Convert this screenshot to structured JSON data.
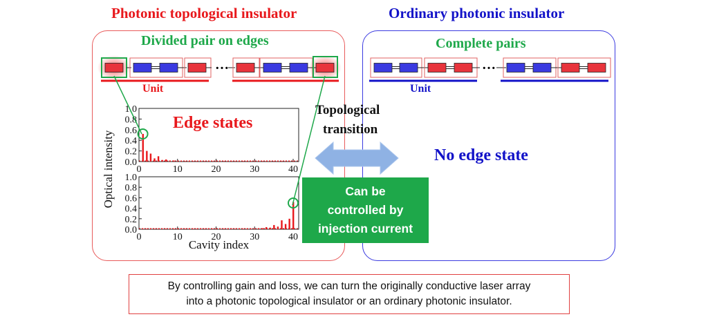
{
  "left_title": "Photonic topological insulator",
  "right_title": "Ordinary photonic insulator",
  "left_panel": {
    "heading": "Divided pair on edges",
    "unit_label": "Unit",
    "ellipsis": "…",
    "edge_states_label": "Edge states"
  },
  "right_panel": {
    "heading": "Complete pairs",
    "unit_label": "Unit",
    "ellipsis": "…",
    "no_edge_label": "No edge state"
  },
  "transition_label": [
    "Topological",
    "transition"
  ],
  "control_box": {
    "lines": [
      "Can be",
      "controlled by",
      "injection current"
    ]
  },
  "caption": [
    "By controlling gain and loss, we can turn the originally conductive laser array",
    "into a photonic topological insulator or an ordinary photonic insulator."
  ],
  "colors": {
    "red": "#e8181c",
    "blue": "#1212c8",
    "green": "#1ea84a",
    "gain": "#e8343c",
    "loss": "#3a3ae0",
    "arrow": "#8fb2e4"
  },
  "chart_data": [
    {
      "type": "bar",
      "xlabel": "",
      "ylabel": "Optical intensity",
      "xlim": [
        0,
        40
      ],
      "ylim": [
        0,
        1.0
      ],
      "x_ticks": [
        0,
        10,
        20,
        30,
        40
      ],
      "y_ticks": [
        "0.0",
        "0.2",
        "0.4",
        "0.6",
        "0.8",
        "1.0"
      ],
      "x": [
        1,
        2,
        3,
        4,
        5,
        6,
        7,
        8,
        9,
        10,
        11,
        12,
        13,
        14,
        15,
        16,
        17,
        18,
        19,
        20,
        21,
        22,
        23,
        24,
        25,
        26,
        27,
        28,
        29,
        30,
        31,
        32,
        33,
        34,
        35,
        36,
        37,
        38,
        39,
        40
      ],
      "values": [
        0.52,
        0.2,
        0.15,
        0.06,
        0.1,
        0.03,
        0.04,
        0.02,
        0.02,
        0.01,
        0.01,
        0.01,
        0.01,
        0.01,
        0.01,
        0.01,
        0.01,
        0.01,
        0.01,
        0.01,
        0.01,
        0.01,
        0.01,
        0.01,
        0.01,
        0.01,
        0.01,
        0.01,
        0.01,
        0.01,
        0.01,
        0.01,
        0.01,
        0.01,
        0.01,
        0.01,
        0.01,
        0.01,
        0.01,
        0.01
      ],
      "highlight": {
        "x": 1,
        "y": 0.52
      }
    },
    {
      "type": "bar",
      "xlabel": "Cavity index",
      "ylabel": "Optical intensity",
      "xlim": [
        0,
        40
      ],
      "ylim": [
        0,
        1.0
      ],
      "x_ticks": [
        0,
        10,
        20,
        30,
        40
      ],
      "y_ticks": [
        "0.0",
        "0.2",
        "0.4",
        "0.6",
        "0.8",
        "1.0"
      ],
      "x": [
        1,
        2,
        3,
        4,
        5,
        6,
        7,
        8,
        9,
        10,
        11,
        12,
        13,
        14,
        15,
        16,
        17,
        18,
        19,
        20,
        21,
        22,
        23,
        24,
        25,
        26,
        27,
        28,
        29,
        30,
        31,
        32,
        33,
        34,
        35,
        36,
        37,
        38,
        39,
        40
      ],
      "values": [
        0.01,
        0.01,
        0.01,
        0.01,
        0.01,
        0.01,
        0.01,
        0.01,
        0.01,
        0.01,
        0.01,
        0.01,
        0.01,
        0.01,
        0.01,
        0.01,
        0.01,
        0.01,
        0.01,
        0.01,
        0.01,
        0.01,
        0.01,
        0.01,
        0.01,
        0.01,
        0.01,
        0.01,
        0.01,
        0.01,
        0.02,
        0.02,
        0.04,
        0.03,
        0.08,
        0.05,
        0.17,
        0.1,
        0.2,
        0.52
      ],
      "highlight": {
        "x": 40,
        "y": 0.5
      }
    }
  ]
}
